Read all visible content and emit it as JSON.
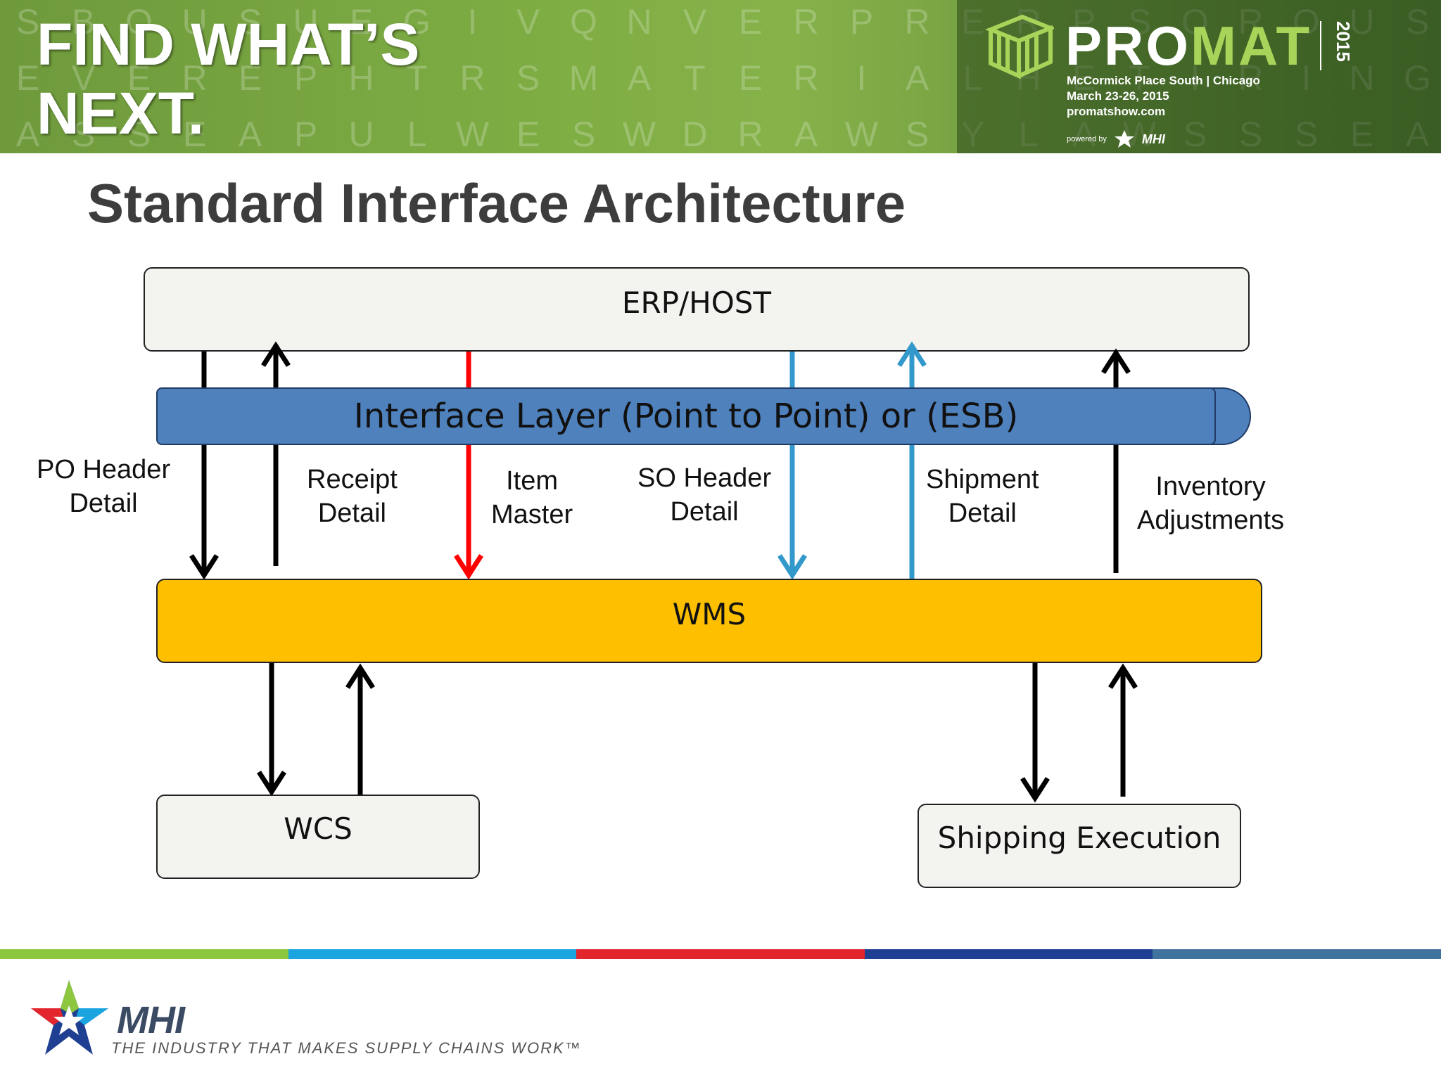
{
  "banner": {
    "headline_line1": "FIND WHAT’S",
    "headline_line2": "NEXT.",
    "letter_rows": [
      [
        "S",
        "B",
        "O",
        "U",
        "S",
        "U",
        "E",
        "G",
        "I",
        "V",
        "Q",
        "N",
        "V",
        "E",
        "R",
        "P",
        "R",
        "E",
        "R",
        "P",
        "S",
        "O",
        "R",
        "O",
        "U",
        "S"
      ],
      [
        "E",
        "V",
        "E",
        "R",
        "E",
        "P",
        "H",
        "T",
        "R",
        "S",
        "M",
        "A",
        "T",
        "E",
        "R",
        "I",
        "A",
        "L",
        "H",
        "E",
        "T",
        "I",
        "R",
        "I",
        "N",
        "G"
      ],
      [
        "A",
        "S",
        "S",
        "E",
        "A",
        "P",
        "U",
        "L",
        "W",
        "E",
        "S",
        "W",
        "D",
        "R",
        "A",
        "W",
        "S",
        "Y",
        "L",
        "A",
        "W",
        "S",
        "S",
        "S",
        "E",
        "A"
      ]
    ],
    "promat_prefix": "PRO",
    "promat_accent": "MAT",
    "year": "2015",
    "venue": "McCormick Place South | Chicago",
    "dates": "March 23-26, 2015",
    "website": "promatshow.com",
    "powered_by": "powered by",
    "powered_brand": "MHI",
    "icon": "pallet-stack-icon"
  },
  "slide": {
    "title": "Standard Interface Architecture"
  },
  "diagram": {
    "erp": "ERP/HOST",
    "interface_layer": "Interface Layer (Point to Point) or (ESB)",
    "wms": "WMS",
    "wcs": "WCS",
    "shipping": "Shipping Execution",
    "flows": [
      {
        "line1": "PO Header",
        "line2": "Detail",
        "direction": "down",
        "color": "#000000"
      },
      {
        "line1": "Receipt",
        "line2": "Detail",
        "direction": "up",
        "color": "#000000"
      },
      {
        "line1": "Item",
        "line2": "Master",
        "direction": "down",
        "color": "#ff0000"
      },
      {
        "line1": "SO Header",
        "line2": "Detail",
        "direction": "down",
        "color": "#3399cc"
      },
      {
        "line1": "Shipment",
        "line2": "Detail",
        "direction": "up",
        "color": "#3399cc"
      },
      {
        "line1": "Inventory",
        "line2": "Adjustments",
        "direction": "up",
        "color": "#000000"
      }
    ],
    "colors": {
      "interface": "#4f81bd",
      "wms": "#fdbf00",
      "box": "#f3f3f0"
    }
  },
  "footer": {
    "brand": "MHI",
    "tagline": "THE INDUSTRY THAT MAKES SUPPLY CHAINS WORK™",
    "strip_colors": [
      "#8dc63f",
      "#1ba5e0",
      "#e3262e",
      "#1f3f93",
      "#40739e"
    ],
    "logo": "mhi-star-icon"
  }
}
